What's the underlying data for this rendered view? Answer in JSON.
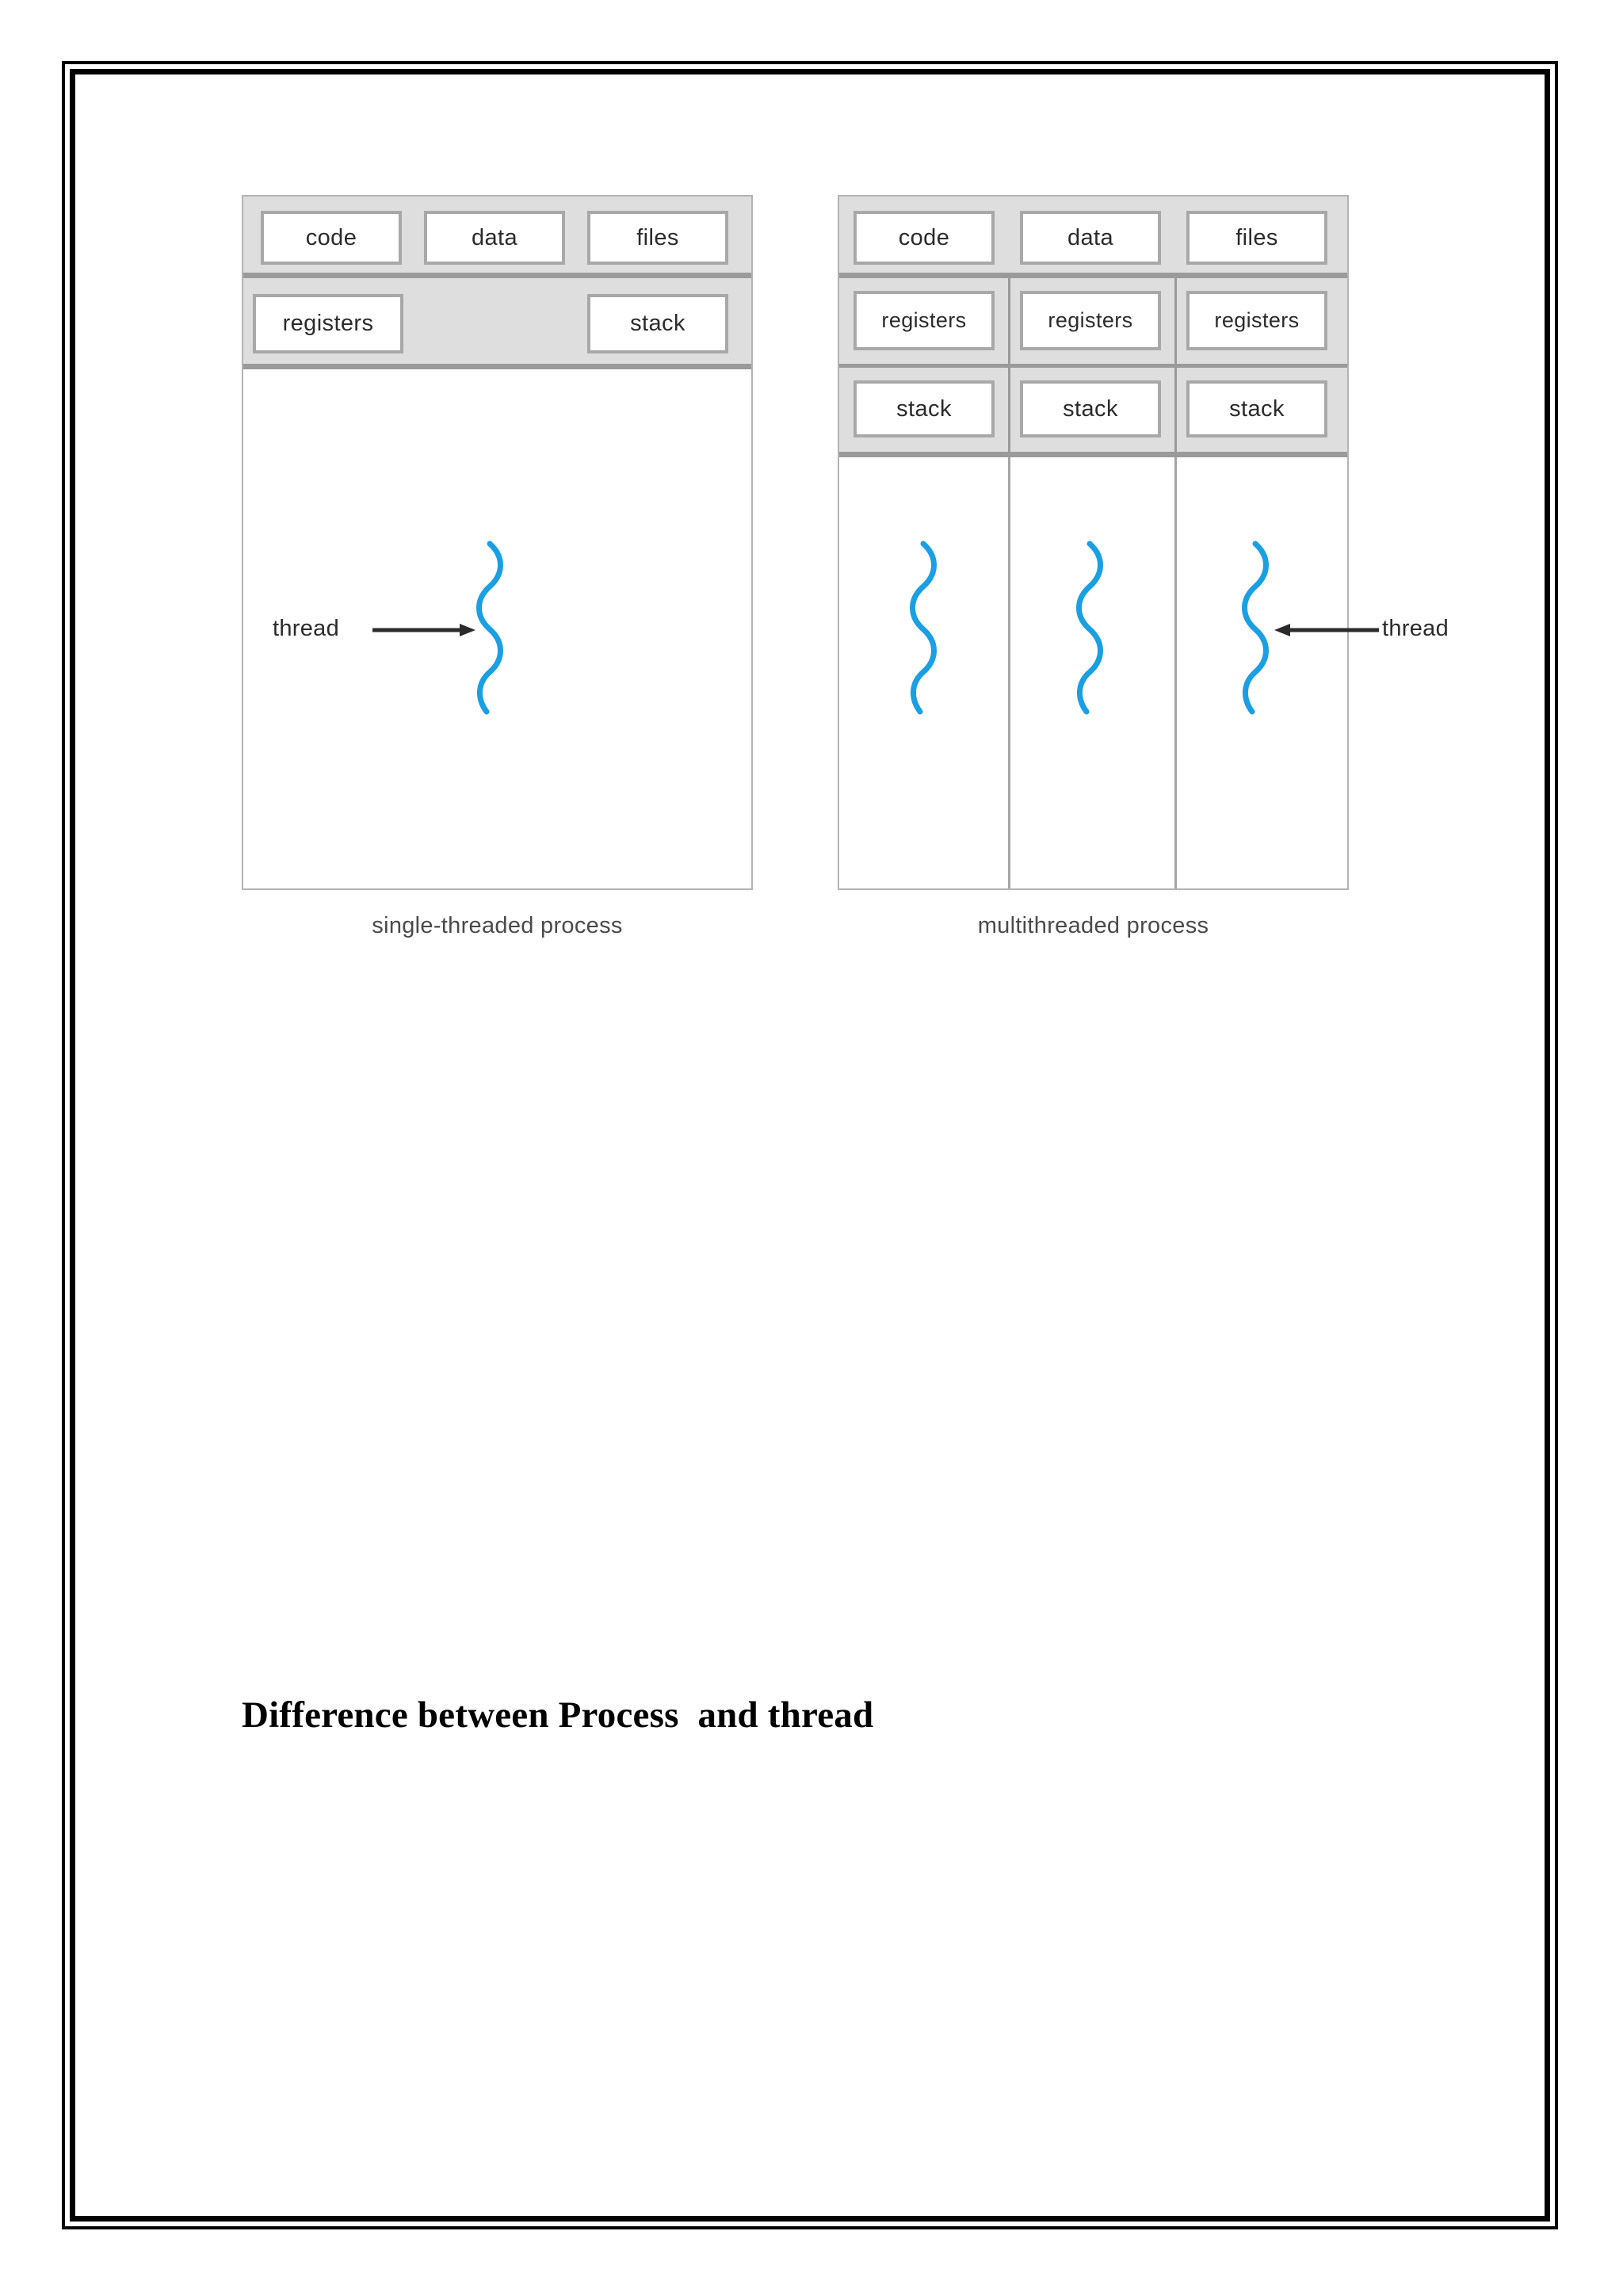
{
  "document": {
    "heading": "Difference between Process  and thread",
    "border_color": "#000000"
  },
  "figure": {
    "accent_thread_color": "#1b9fe3",
    "band_color": "#dedede",
    "divider_color": "#9a9a9a",
    "cell_border_color": "#a8a8a8",
    "single_threaded": {
      "caption": "single-threaded process",
      "shared_row": [
        {
          "label": "code"
        },
        {
          "label": "data"
        },
        {
          "label": "files"
        }
      ],
      "per_thread_row": [
        {
          "label": "registers"
        },
        {
          "label": "stack"
        }
      ],
      "thread_annotation": {
        "label": "thread",
        "arrow_direction": "right"
      },
      "thread_count": 1
    },
    "multithreaded": {
      "caption": "multithreaded process",
      "shared_row": [
        {
          "label": "code"
        },
        {
          "label": "data"
        },
        {
          "label": "files"
        }
      ],
      "registers_row": [
        {
          "label": "registers"
        },
        {
          "label": "registers"
        },
        {
          "label": "registers"
        }
      ],
      "stack_row": [
        {
          "label": "stack"
        },
        {
          "label": "stack"
        },
        {
          "label": "stack"
        }
      ],
      "thread_annotation": {
        "label": "thread",
        "arrow_direction": "left"
      },
      "thread_count": 3
    }
  }
}
